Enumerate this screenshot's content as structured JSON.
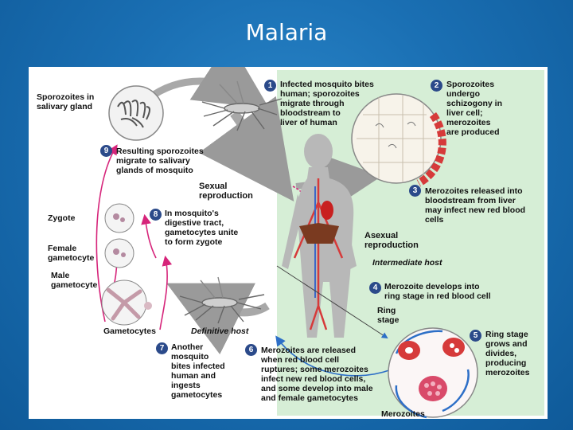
{
  "title": "Malaria",
  "labels": {
    "sporozoites_gland": "Sporozoites in\nsalivary gland",
    "zygote": "Zygote",
    "female": "Female\ngametocyte",
    "male": "Male\ngametocyte",
    "gametocytes": "Gametocytes",
    "sexual": "Sexual\nreproduction",
    "asexual": "Asexual\nreproduction",
    "intermediate": "Intermediate host",
    "definitive": "Definitive host",
    "ring_stage": "Ring\nstage",
    "merozoites": "Merozoites"
  },
  "steps": [
    {
      "num": "1",
      "text": "Infected mosquito bites\nhuman; sporozoites\nmigrate through\nbloodstream to\nliver of human"
    },
    {
      "num": "2",
      "text": "Sporozoites\nundergo\nschizogony in\nliver cell;\nmerozoites\nare produced"
    },
    {
      "num": "3",
      "text": "Merozoites released into\nbloodstream from liver\nmay infect new red blood\ncells"
    },
    {
      "num": "4",
      "text": "Merozoite develops into\nring stage in red blood cell"
    },
    {
      "num": "5",
      "text": "Ring stage\ngrows and\ndivides,\nproducing\nmerozoites"
    },
    {
      "num": "6",
      "text": "Merozoites are released\nwhen red blood cell\nruptures; some merozoites\ninfect new red blood cells,\nand some develop into male\nand female gametocytes"
    },
    {
      "num": "7",
      "text": "Another\nmosquito\nbites infected\nhuman and\ningests\ngametocytes"
    },
    {
      "num": "8",
      "text": "In mosquito's\ndigestive tract,\ngametocytes unite\nto form zygote"
    },
    {
      "num": "9",
      "text": "Resulting sporozoites\nmigrate to salivary\nglands of mosquito"
    }
  ]
}
